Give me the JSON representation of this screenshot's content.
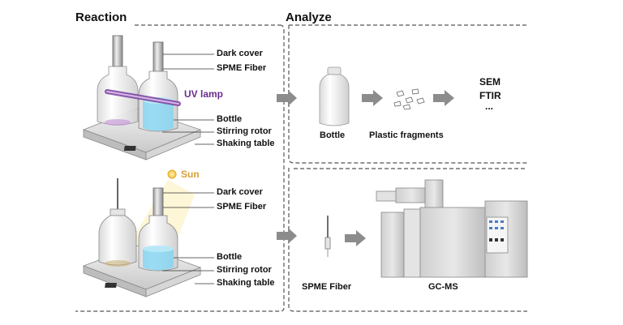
{
  "sections": {
    "reaction": "Reaction",
    "analyze": "Analyze"
  },
  "uv_panel": {
    "labels": [
      "Dark cover",
      "SPME Fiber",
      "Bottle",
      "Stirring rotor",
      "Shaking table"
    ],
    "lamp": "UV lamp"
  },
  "sun_panel": {
    "labels": [
      "Dark cover",
      "SPME Fiber",
      "Bottle",
      "Stirring rotor",
      "Shaking table"
    ],
    "sun": "Sun"
  },
  "analyze_top": {
    "bottle": "Bottle",
    "fragments": "Plastic fragments",
    "methods": [
      "SEM",
      "FTIR",
      "..."
    ]
  },
  "analyze_bottom": {
    "fiber": "SPME Fiber",
    "instrument": "GC-MS"
  },
  "colors": {
    "uv_lamp": "#7a3f9e",
    "sun": "#f4c542",
    "water": "#7fd3f0",
    "arrow": "#8c8c8c"
  }
}
